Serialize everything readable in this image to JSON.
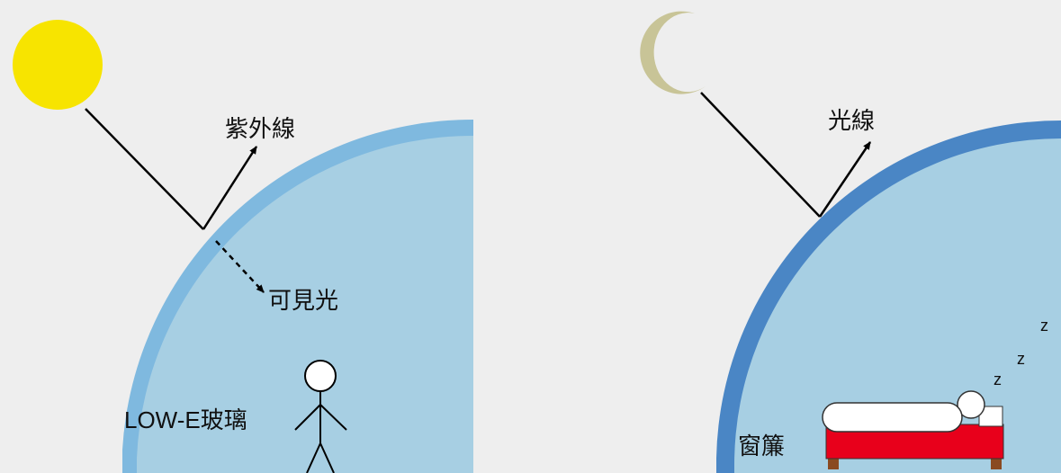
{
  "left_panel": {
    "uv_label": "紫外線",
    "visible_label": "可見光",
    "glass_label": "LOW-E玻璃",
    "sun_color": "#f7e400",
    "glass_color": "#7fb9df",
    "room_color": "#a7cfe3"
  },
  "right_panel": {
    "light_label": "光線",
    "curtain_label": "窗簾",
    "sleep_letters": [
      "z",
      "z",
      "z"
    ],
    "moon_color": "#c8c497",
    "curtain_color": "#4a86c5",
    "room_color": "#a7cfe3",
    "bed_color": "#e8001b",
    "bed_leg_color": "#8a4a21"
  }
}
